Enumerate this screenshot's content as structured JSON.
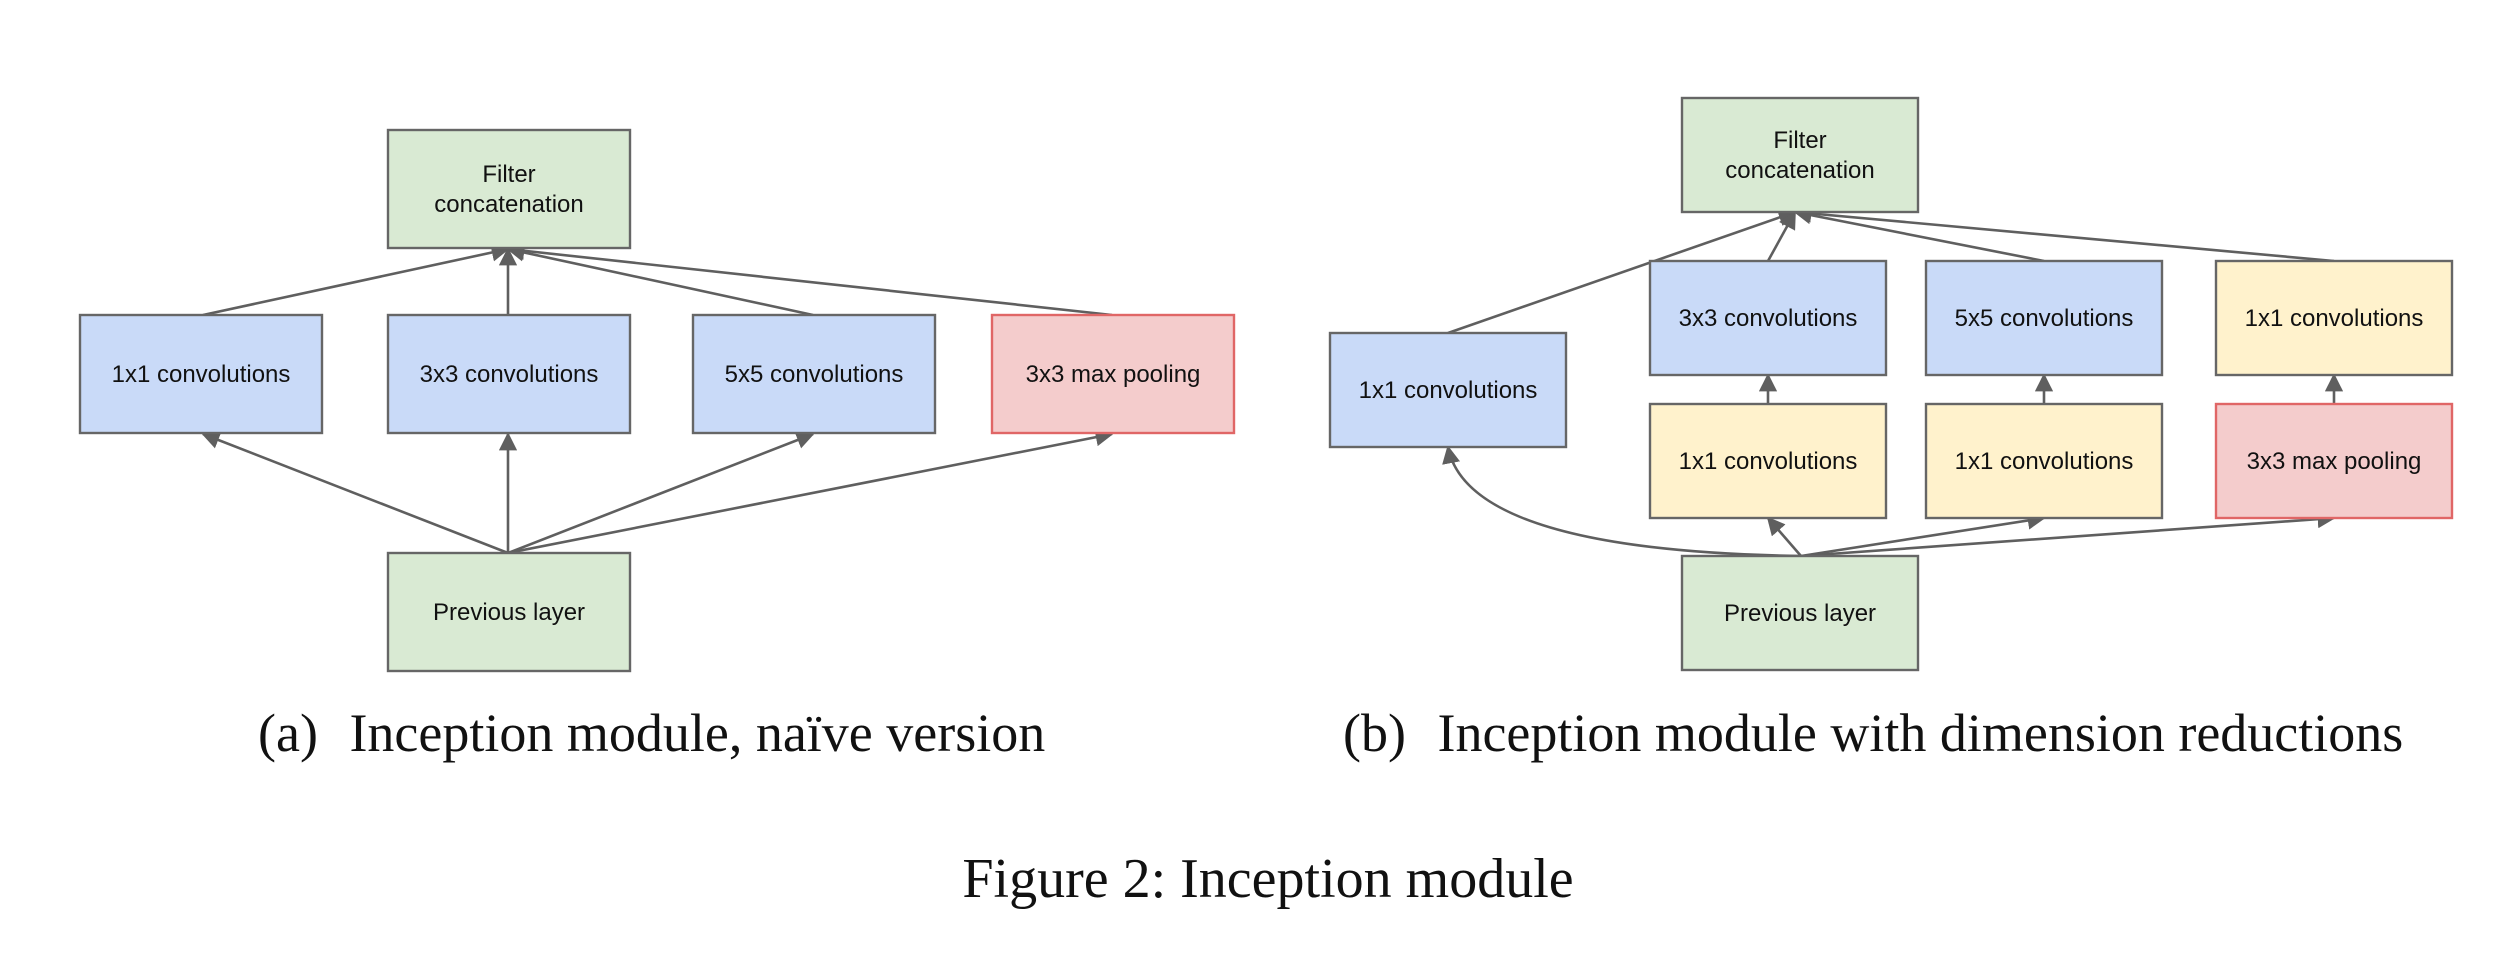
{
  "colors": {
    "green": "#d9ead3",
    "blue": "#c9daf8",
    "yellow": "#fff2cc",
    "red": "#f4cccc",
    "border": "#666666",
    "red_border": "#e06666",
    "edge": "#5f5f5f"
  },
  "diagram_a": {
    "caption_label": "(a)",
    "caption_text": "Inception module, naïve version",
    "nodes": {
      "concat": {
        "lines": [
          "Filter",
          "concatenation"
        ],
        "color": "green"
      },
      "conv1": {
        "lines": [
          "1x1 convolutions"
        ],
        "color": "blue"
      },
      "conv3": {
        "lines": [
          "3x3 convolutions"
        ],
        "color": "blue"
      },
      "conv5": {
        "lines": [
          "5x5 convolutions"
        ],
        "color": "blue"
      },
      "pool": {
        "lines": [
          "3x3 max pooling"
        ],
        "color": "red"
      },
      "prev": {
        "lines": [
          "Previous layer"
        ],
        "color": "green"
      }
    },
    "edges": [
      [
        "prev",
        "conv1"
      ],
      [
        "prev",
        "conv3"
      ],
      [
        "prev",
        "conv5"
      ],
      [
        "prev",
        "pool"
      ],
      [
        "conv1",
        "concat"
      ],
      [
        "conv3",
        "concat"
      ],
      [
        "conv5",
        "concat"
      ],
      [
        "pool",
        "concat"
      ]
    ]
  },
  "diagram_b": {
    "caption_label": "(b)",
    "caption_text": "Inception module with dimension reductions",
    "nodes": {
      "concat": {
        "lines": [
          "Filter",
          "concatenation"
        ],
        "color": "green"
      },
      "conv1": {
        "lines": [
          "1x1 convolutions"
        ],
        "color": "blue"
      },
      "conv3": {
        "lines": [
          "3x3 convolutions"
        ],
        "color": "blue"
      },
      "conv5": {
        "lines": [
          "5x5 convolutions"
        ],
        "color": "blue"
      },
      "poolproj": {
        "lines": [
          "1x1 convolutions"
        ],
        "color": "yellow"
      },
      "red3": {
        "lines": [
          "1x1 convolutions"
        ],
        "color": "yellow"
      },
      "red5": {
        "lines": [
          "1x1 convolutions"
        ],
        "color": "yellow"
      },
      "pool": {
        "lines": [
          "3x3 max pooling"
        ],
        "color": "red"
      },
      "prev": {
        "lines": [
          "Previous layer"
        ],
        "color": "green"
      }
    },
    "edges": [
      [
        "prev",
        "conv1"
      ],
      [
        "prev",
        "red3"
      ],
      [
        "prev",
        "red5"
      ],
      [
        "prev",
        "pool"
      ],
      [
        "red3",
        "conv3"
      ],
      [
        "red5",
        "conv5"
      ],
      [
        "pool",
        "poolproj"
      ],
      [
        "conv1",
        "concat"
      ],
      [
        "conv3",
        "concat"
      ],
      [
        "conv5",
        "concat"
      ],
      [
        "poolproj",
        "concat"
      ]
    ]
  },
  "figure_caption": "Figure 2: Inception module"
}
